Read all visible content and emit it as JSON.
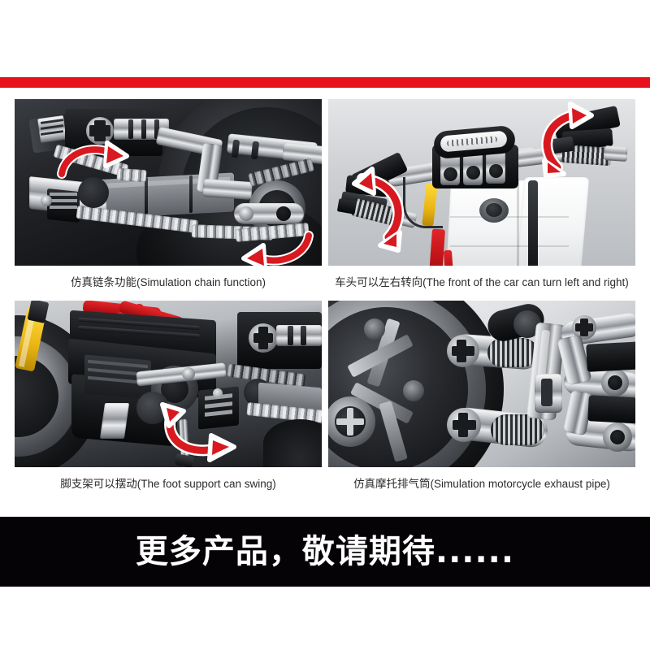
{
  "page": {
    "background_color": "#ffffff",
    "accent_red": "#e8101b",
    "banner_black": "#050305"
  },
  "top_rule": {
    "name": "red-divider",
    "color": "#e8101b"
  },
  "features": [
    {
      "id": "chain",
      "caption": "仿真链条功能(Simulation chain function)",
      "photo_alt": "simulation-chain-photo"
    },
    {
      "id": "steering",
      "caption": "车头可以左右转向(The front of the car can turn left and right)",
      "photo_alt": "front-steering-photo"
    },
    {
      "id": "kickstand",
      "caption": "脚支架可以摆动(The foot support can swing)",
      "photo_alt": "foot-support-photo"
    },
    {
      "id": "exhaust",
      "caption": "仿真摩托排气筒(Simulation motorcycle exhaust pipe)",
      "photo_alt": "exhaust-pipe-photo"
    }
  ],
  "bottom_banner": {
    "text": "更多产品，敬请期待......",
    "text_color": "#ffffff",
    "background_color": "#050305"
  }
}
